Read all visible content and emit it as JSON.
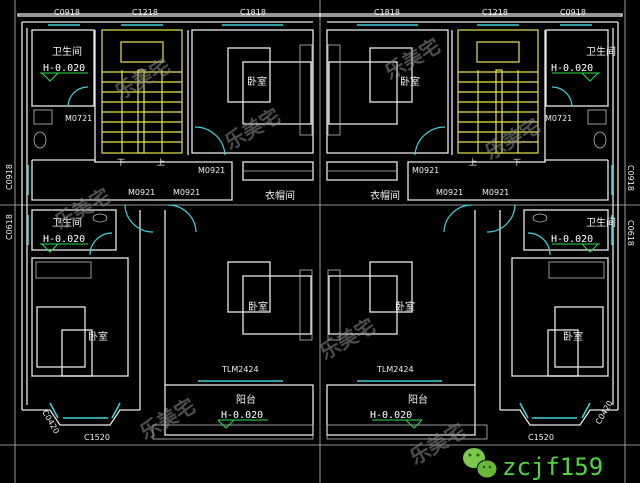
{
  "title": "双拼别墅二层平面图",
  "windows": {
    "c0918": "C0918",
    "c1218": "C1218",
    "c1818": "C1818",
    "c1520": "C1520",
    "c0420": "C0420",
    "c0618": "C0618"
  },
  "doors": {
    "m0721": "M0721",
    "m0921": "M0921",
    "tlm2424": "TLM2424"
  },
  "rooms": {
    "bathroom": "卫生间",
    "bedroom": "卧室",
    "closet": "衣帽间",
    "balcony": "阳台",
    "down": "下",
    "up": "上"
  },
  "level": "H-0.020",
  "watermark": "乐美宅",
  "brand": {
    "wechat_id": "zcjf159",
    "icon": "wechat-icon"
  },
  "colors": {
    "wall": "#e8e8e8",
    "stair": "#e6e24a",
    "window": "#3fd0d8",
    "level": "#2ee04a",
    "background": "#000000"
  }
}
